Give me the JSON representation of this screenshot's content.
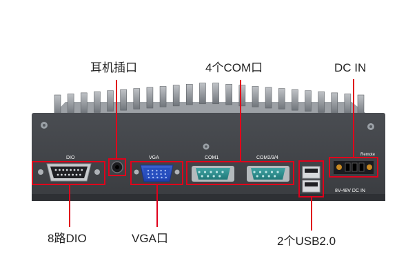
{
  "callouts": {
    "headphone_jack": "耳机插口",
    "com_ports": "4个COM口",
    "dc_in": "DC IN",
    "dio": "8路DIO",
    "vga": "VGA口",
    "usb": "2个USB2.0"
  },
  "panel_labels": {
    "dio": "DIO",
    "vga": "VGA",
    "com1": "COM1",
    "com234": "COM2/3/4",
    "remote": "Remote",
    "dc_voltage": "8V-48V DC IN"
  },
  "colors": {
    "callout_line": "#e0001b",
    "chassis": "#43464b",
    "vga_connector": "#2a4fc0",
    "com_connector": "#2b8f8f"
  }
}
